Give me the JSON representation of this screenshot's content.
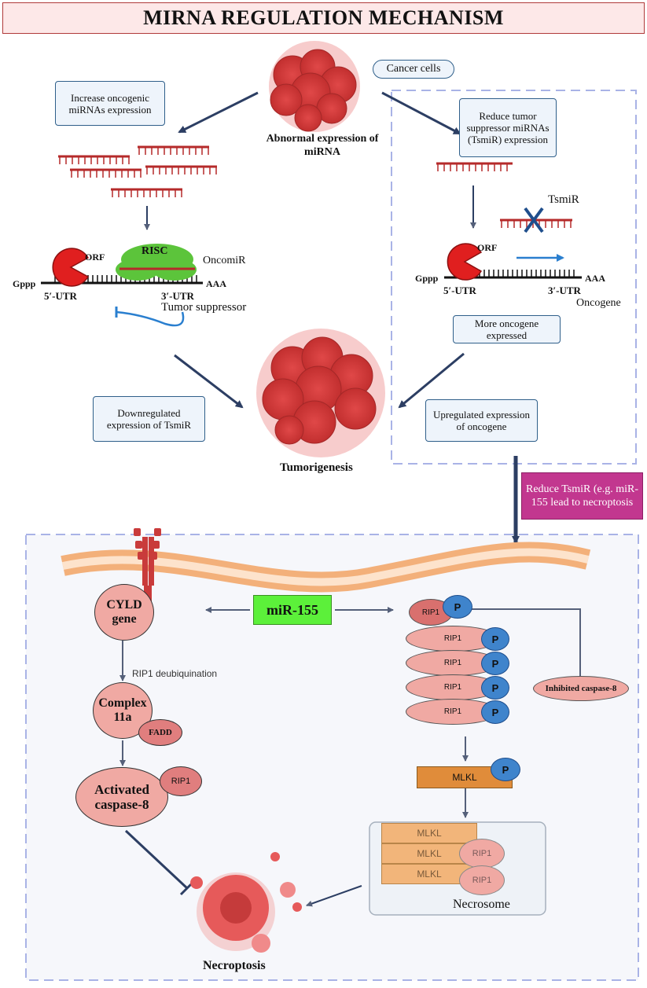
{
  "title": "MIRNA REGULATION MECHANISM",
  "top": {
    "cancer_cells": "Cancer cells",
    "abnormal_expression": "Abnormal expression of miRNA",
    "increase_box": "Increase oncogenic miRNAs expression",
    "reduce_box": "Reduce tumor suppressor miRNAs (TsmiR) expression",
    "risc": "RISC",
    "orf": "ORF",
    "oncomir": "OncomiR",
    "gppp": "Gppp",
    "aaa": "AAA",
    "utr5": "5′-UTR",
    "utr3": "3′-UTR",
    "tumor_suppressor": "Tumor suppressor",
    "tsmir": "TsmiR",
    "oncogene": "Oncogene",
    "more_oncogene": "More oncogene expressed",
    "downregulated": "Downregulated expression of TsmiR",
    "upregulated": "Upregulated expression of oncogene",
    "tumorigenesis": "Tumorigenesis",
    "reduce_tsmir": "Reduce TsmiR (e.g. miR-155 lead to necroptosis"
  },
  "bottom": {
    "cyld": "CYLD gene",
    "mir155": "miR-155",
    "rip1_deub": "RIP1 deubiquination",
    "complex": "Complex 11a",
    "fadd": "FADD",
    "activated": "Activated caspase-8",
    "rip1": "RIP1",
    "p": "P",
    "inhibited": "Inhibited caspase-8",
    "mlkl": "MLKL",
    "necrosome": "Necrosome",
    "necroptosis": "Necroptosis"
  },
  "colors": {
    "mir155_green": "#5cf03a",
    "reduce_magenta": "#c2378f",
    "rip1_pink": "#f0a9a3",
    "p_blue": "#3f84cc",
    "mlkl_orange": "#e08c3a",
    "risc_green": "#5cc43b",
    "mrna_red": "#b52a2a"
  }
}
